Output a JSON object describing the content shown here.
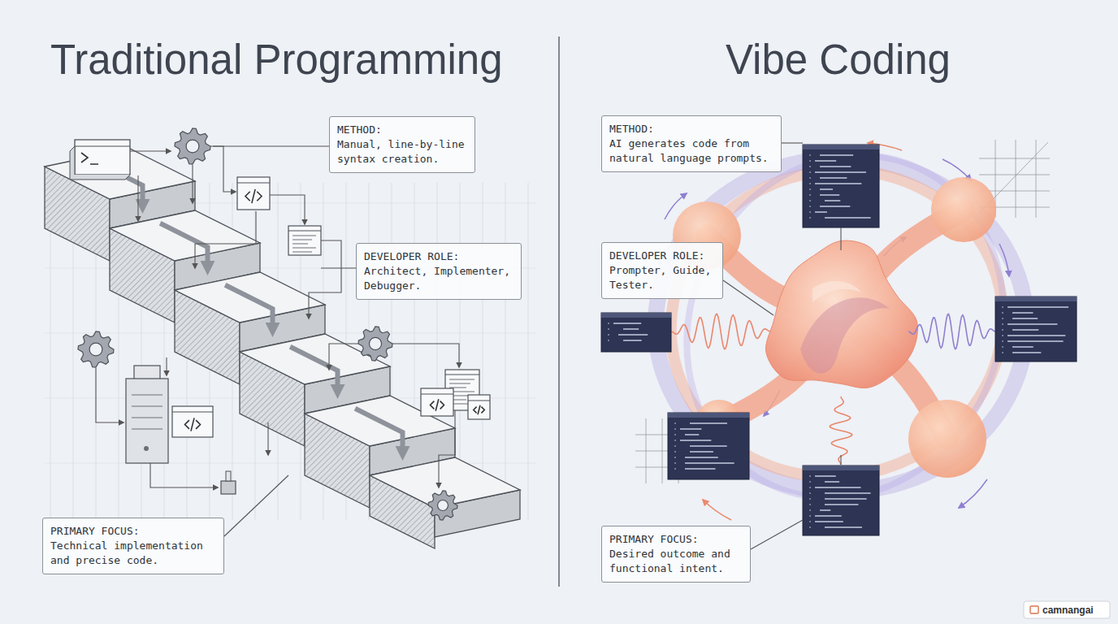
{
  "diagram": {
    "nodes": [
      {
        "text": [
          "METHOD:",
          "Manual, line-by-line syntax creation."
        ]
      },
      {
        "text": [
          "DEVELOPER ROLE:",
          "Architect, Implementer, Debugger."
        ]
      },
      {
        "text": [
          "PRIMARY FOCUS:",
          "Technical implementation and precise code."
        ]
      },
      {
        "text": [
          "METHOD:",
          "AI generates code from natural language prompts."
        ]
      },
      {
        "text": [
          "DEVELOPER ROLE:",
          "Prompter, Guide, Tester."
        ]
      },
      {
        "text": [
          "PRIMARY FOCUS:",
          "Desired outcome and functional intent."
        ]
      }
    ],
    "labels": [
      "Traditional Programming",
      "Vibe Coding",
      "camnangai"
    ]
  }
}
